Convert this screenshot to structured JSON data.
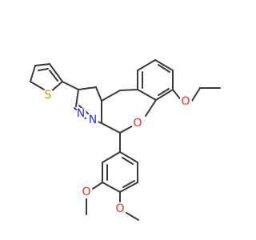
{
  "molecule": {
    "atoms": [
      {
        "id": "S1",
        "symbol": "S",
        "color": "#b8a000"
      },
      {
        "id": "N1",
        "symbol": "N",
        "color": "#3030ff"
      },
      {
        "id": "N2",
        "symbol": "N",
        "color": "#3030ff"
      },
      {
        "id": "O1",
        "symbol": "O",
        "color": "#ff2a2a"
      },
      {
        "id": "O2",
        "symbol": "O",
        "color": "#ff2a2a"
      },
      {
        "id": "O3",
        "symbol": "O",
        "color": "#ff2a2a"
      },
      {
        "id": "O4",
        "symbol": "O",
        "color": "#ff2a2a"
      }
    ],
    "bond_color": "#3a3a3a"
  }
}
